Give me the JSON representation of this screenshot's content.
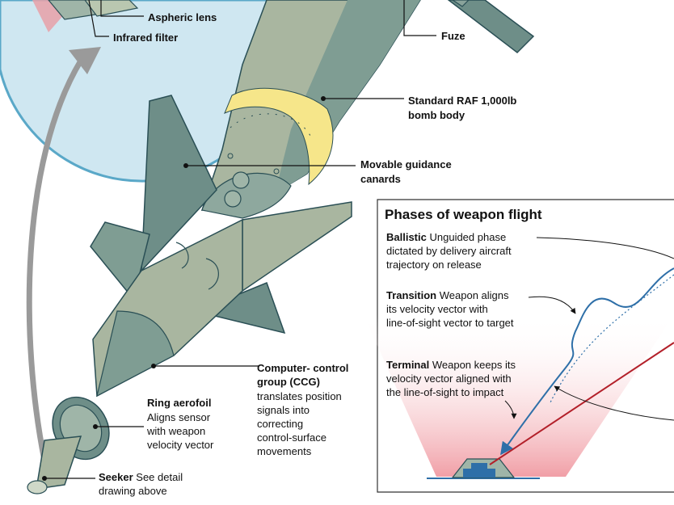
{
  "labels": {
    "aspheric_lens": "Aspheric lens",
    "infrared_filter": "Infrared filter",
    "fuze": "Fuze",
    "bomb_body_1": "Standard RAF 1,000lb",
    "bomb_body_2": "bomb body",
    "canards_1": "Movable guidance",
    "canards_2": "canards",
    "ccg_1": "Computer- control",
    "ccg_2": "group (CCG)",
    "ccg_3": "translates position",
    "ccg_4": "signals into",
    "ccg_5": "correcting",
    "ccg_6": "control-surface",
    "ccg_7": "movements",
    "ring_1": "Ring aerofoil",
    "ring_2": "Aligns sensor",
    "ring_3": "with weapon",
    "ring_4": "velocity vector",
    "seeker_title": "Seeker",
    "seeker_1": "See detail",
    "seeker_2": "drawing above"
  },
  "phases": {
    "title": "Phases of weapon flight",
    "ballistic_title": "Ballistic",
    "ballistic_1": "Unguided phase",
    "ballistic_2": "dictated by delivery aircraft",
    "ballistic_3": "trajectory on release",
    "transition_title": "Transition",
    "transition_1": "Weapon aligns",
    "transition_2": "its velocity vector with",
    "transition_3": "line-of-sight vector to target",
    "terminal_title": "Terminal",
    "terminal_1": "Weapon keeps its",
    "terminal_2": "velocity vector aligned with",
    "terminal_3": "the line-of-sight to impact"
  },
  "colors": {
    "body_light": "#a9b6a0",
    "body_dark": "#6e8e88",
    "outline": "#2a4f55",
    "band": "#f6e68a",
    "magnifier_fill": "#cfe7f1",
    "magnifier_ring": "#5aa8c8",
    "trajectory": "#2e6fa8",
    "line_of_sight": "#b3202a",
    "cone": "#f4b4b8",
    "arrow_grey": "#9a9a9a"
  }
}
